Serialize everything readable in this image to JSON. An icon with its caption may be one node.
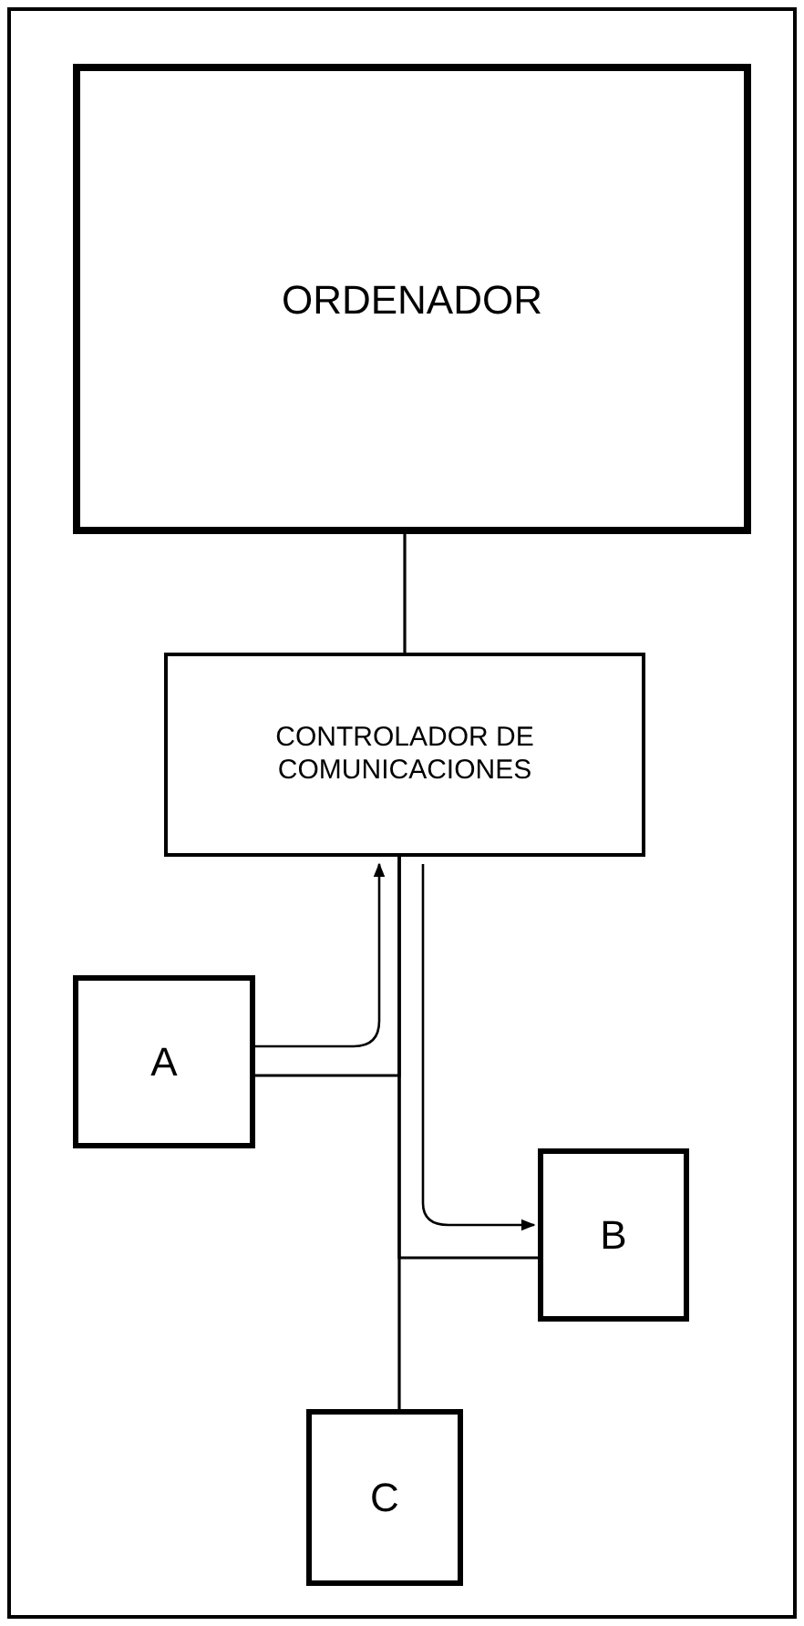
{
  "diagram": {
    "nodes": [
      {
        "text": [
          "ORDENADOR"
        ]
      },
      {
        "text": [
          "CONTROLADOR DE COMUNICACIONES"
        ]
      },
      {
        "text": [
          "A"
        ]
      },
      {
        "text": [
          "B"
        ]
      },
      {
        "text": [
          "C"
        ]
      }
    ],
    "edges": [
      {
        "from": 0,
        "to": 1,
        "arrow": "none"
      },
      {
        "from": 1,
        "to": 2,
        "arrow": "none"
      },
      {
        "from": 1,
        "to": 3,
        "arrow": "none"
      },
      {
        "from": 1,
        "to": 4,
        "arrow": "none"
      },
      {
        "from": 2,
        "to": 1,
        "arrow": "to"
      },
      {
        "from": 1,
        "to": 3,
        "arrow": "to"
      }
    ]
  }
}
